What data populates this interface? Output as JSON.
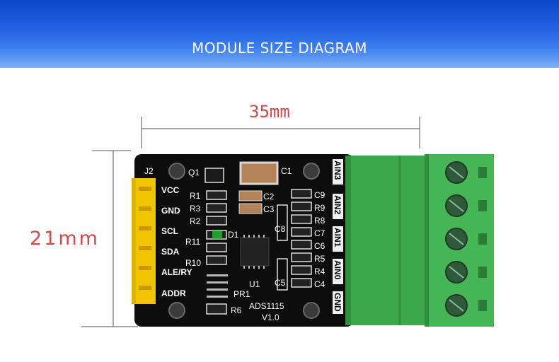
{
  "banner": {
    "title": "MODULE SIZE DIAGRAM"
  },
  "dimensions": {
    "width": "35mm",
    "height": "21mm"
  },
  "board": {
    "chip": "ADS1115",
    "version": "V1.0",
    "header_label": "J2",
    "pins": [
      "VCC",
      "GND",
      "SCL",
      "SDA",
      "ALE/RY",
      "ADDR"
    ],
    "terminal_labels": [
      "AIN3",
      "AIN2",
      "AIN1",
      "AIN0",
      "GND"
    ],
    "refs_left": [
      "R1",
      "R3",
      "R2",
      "R11",
      "R10"
    ],
    "refs_right": [
      "C9",
      "R9",
      "R8",
      "C7",
      "C6",
      "R5",
      "R4",
      "C4"
    ],
    "refs_misc": [
      "Q1",
      "C1",
      "C2",
      "C3",
      "D1",
      "C8",
      "C5",
      "U1",
      "PR1",
      "R6"
    ]
  },
  "colors": {
    "banner": "#2060e0",
    "board": "#0d0d0d",
    "terminal": "#3aa84a",
    "header": "#f2c400",
    "dimension_text": "#d04a4a"
  }
}
